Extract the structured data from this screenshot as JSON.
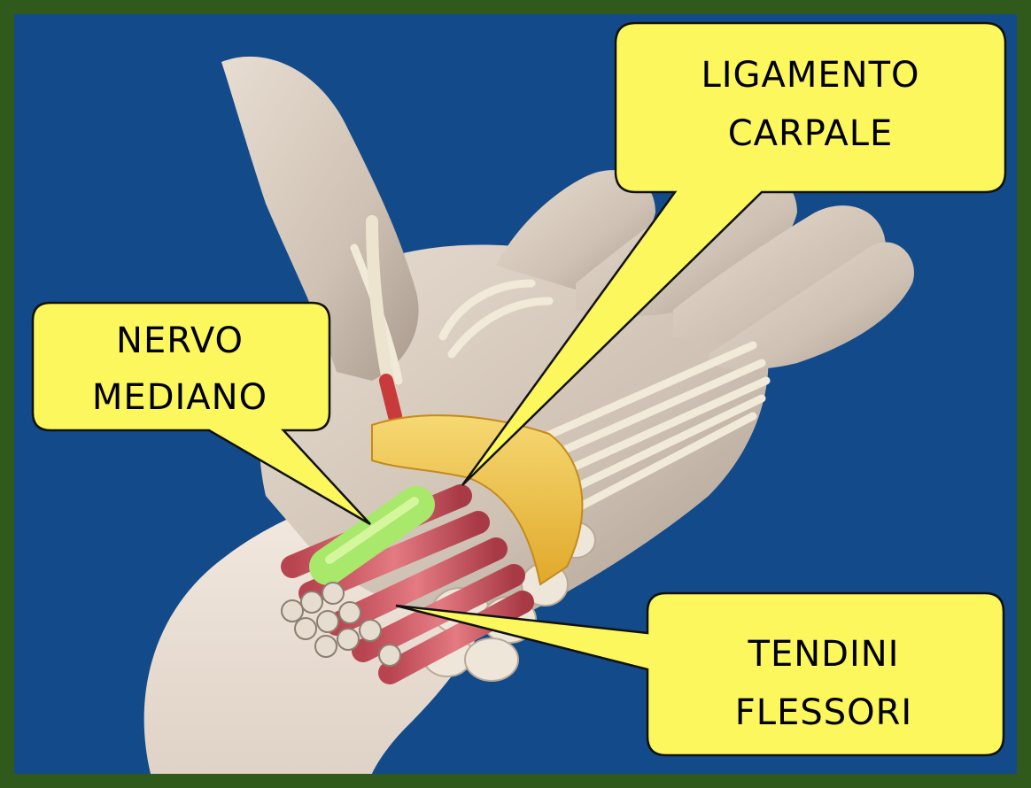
{
  "colors": {
    "frame": "#2f5a1c",
    "background": "#134a8a",
    "callout_fill": "#fbf75c",
    "callout_stroke": "#111111",
    "skin": "#d9cdc1",
    "ligament": "#f2c84a",
    "nerve": "#a8e86a",
    "tendon": "#d8606a"
  },
  "labels": {
    "ligament": [
      "LIGAMENTO",
      "CARPALE"
    ],
    "nerve": [
      "NERVO",
      "MEDIANO"
    ],
    "tendons": [
      "TENDINI",
      "FLESSORI"
    ]
  }
}
